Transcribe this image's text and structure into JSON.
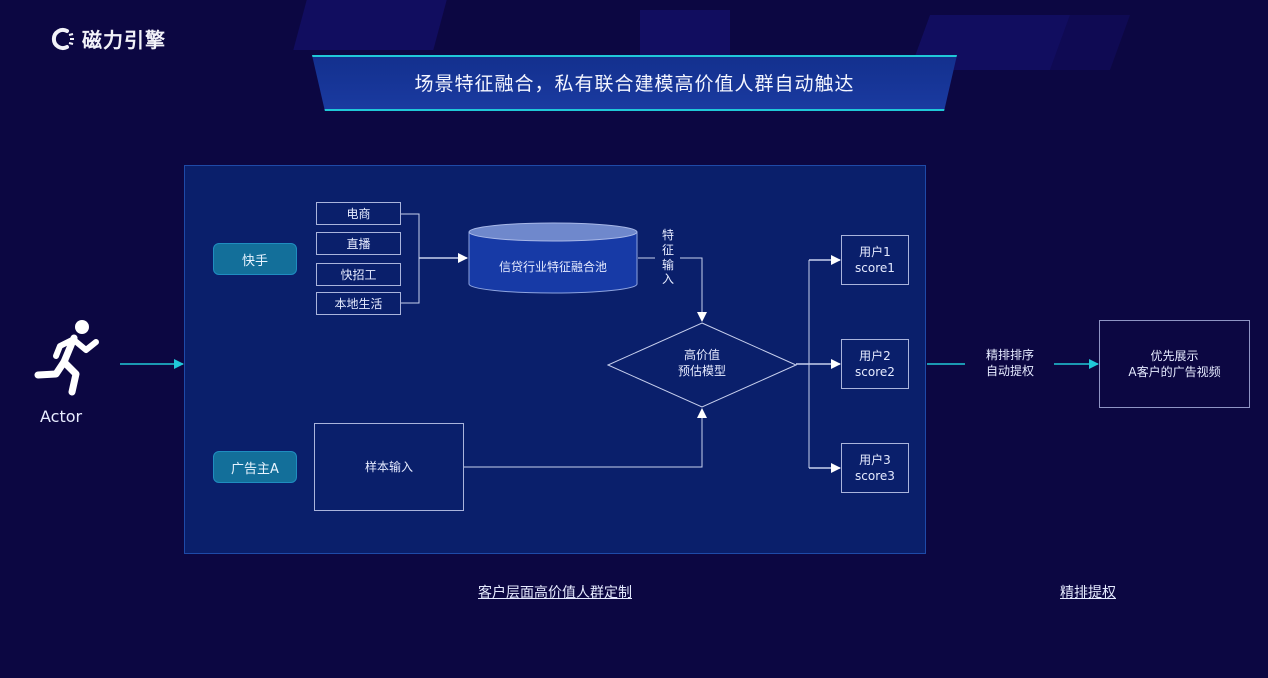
{
  "logo": {
    "icon": "magnet-c-icon",
    "text": "磁力引擎"
  },
  "banner": {
    "title": "场景特征融合，私有联合建模高价值人群自动触达"
  },
  "actor": {
    "icon": "running-person-icon",
    "label": "Actor"
  },
  "sources": {
    "platform": "快手",
    "advertiser": "广告主A",
    "scenes": [
      "电商",
      "直播",
      "快招工",
      "本地生活"
    ],
    "sample_input": "样本输入"
  },
  "pool": {
    "label": "信贷行业特征融合池"
  },
  "feature_input": {
    "label_chars": [
      "特",
      "征",
      "输",
      "入"
    ]
  },
  "model": {
    "line1": "高价值",
    "line2": "预估模型"
  },
  "users": [
    {
      "name": "用户1",
      "score": "score1"
    },
    {
      "name": "用户2",
      "score": "score2"
    },
    {
      "name": "用户3",
      "score": "score3"
    }
  ],
  "ranking": {
    "line1": "精排排序",
    "line2": "自动提权"
  },
  "result": {
    "line1": "优先展示",
    "line2": "A客户的广告视频"
  },
  "footer": {
    "left_link": "客户层面高价值人群定制",
    "right_link": "精排提权"
  },
  "colors": {
    "background": "#0c0742",
    "panel": "#0a1f6b",
    "accent_cyan": "#20c8d8",
    "pill": "#136f9a"
  }
}
